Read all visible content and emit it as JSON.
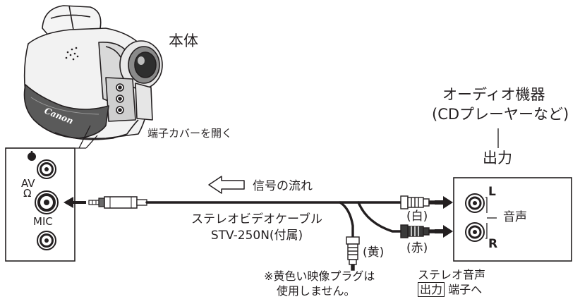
{
  "camcorder": {
    "label": "本体",
    "brand_logo": "Canon",
    "cover_note": "端子カバーを開く"
  },
  "jack_panel": {
    "headphone_icon": "headphone-jack-icon",
    "av_label": "AV",
    "av_symbol": "Ω",
    "mic_label": "MIC"
  },
  "signal_flow": {
    "label": "信号の流れ",
    "arrow_icon": "hollow-left-arrow-icon"
  },
  "cable": {
    "name_line1": "ステレオビデオケーブル",
    "name_line2": "STV-250N(付属)"
  },
  "plugs": {
    "white": "(白)",
    "red": "(赤)",
    "yellow": "(黄)"
  },
  "yellow_note": {
    "line1": "※黄色い映像プラグは",
    "line2": "使用しません。"
  },
  "audio_device": {
    "line1": "オーディオ機器",
    "line2": "(CDプレーヤーなど)",
    "output_label": "出力",
    "jack_left": "L",
    "jack_right": "R",
    "jacks_label": "音声",
    "stereo_out_line1": "ステレオ音声",
    "stereo_out_boxed": "出力",
    "stereo_out_suffix": "端子へ"
  }
}
